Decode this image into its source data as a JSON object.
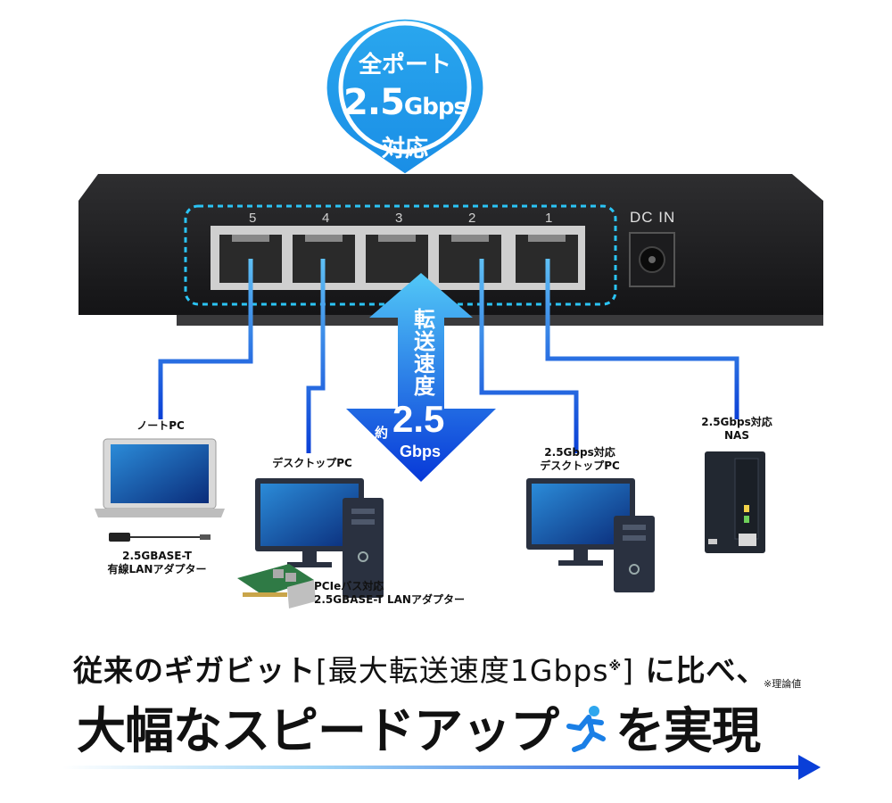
{
  "callout": {
    "line1": "全ポート",
    "speed": "2.5",
    "unit": "Gbps",
    "line3": "対応"
  },
  "switch": {
    "ports": [
      "5",
      "4",
      "3",
      "2",
      "1"
    ],
    "dc_label": "DC IN"
  },
  "transfer": {
    "label": "転送速度",
    "approx": "約",
    "value": "2.5",
    "unit": "Gbps"
  },
  "devices": {
    "laptop": "ノートPC",
    "adapter": [
      "2.5GBASE-T",
      "有線LANアダプター"
    ],
    "desktop": "デスクトップPC",
    "pcie": [
      "PCIeバス対応",
      "2.5GBASE-T LANアダプター"
    ],
    "desktop25": [
      "2.5Gbps対応",
      "デスクトップPC"
    ],
    "nas": [
      "2.5Gbps対応",
      "NAS"
    ]
  },
  "headline": {
    "line1_a": "従来のギガビット",
    "line1_b": "[最大転送速度1Gbps",
    "line1_sup": "※",
    "line1_c": "]",
    "line1_d": " に比べ、",
    "note": "※理論値",
    "line2_a": "大幅なスピードアップ",
    "line2_b": "を実現"
  },
  "colors": {
    "accent": "#1a5fe0",
    "callout": "#1ea0ea",
    "cable_light": "#3ea2f0",
    "cable_dark": "#0c3fd8"
  }
}
